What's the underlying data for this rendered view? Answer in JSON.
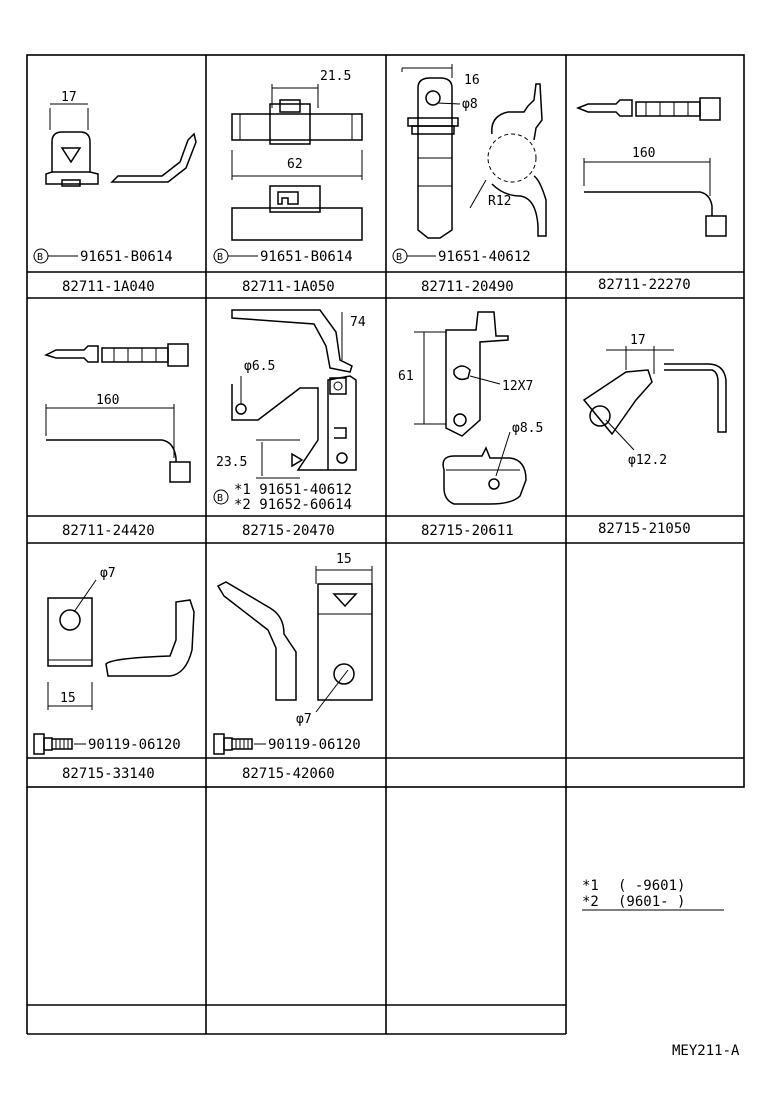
{
  "cells": [
    {
      "part_number": "82711-1A040",
      "fastener": "91651-B0614",
      "dims": [
        "17"
      ]
    },
    {
      "part_number": "82711-1A050",
      "fastener": "91651-B0614",
      "dims": [
        "21.5",
        "62"
      ]
    },
    {
      "part_number": "82711-20490",
      "fastener": "91651-40612",
      "dims": [
        "16",
        "φ8",
        "R12"
      ]
    },
    {
      "part_number": "82711-22270",
      "fastener": "",
      "dims": [
        "160"
      ]
    },
    {
      "part_number": "82711-24420",
      "fastener": "",
      "dims": [
        "160"
      ]
    },
    {
      "part_number": "82715-20470",
      "fastener_1": "*1  91651-40612",
      "fastener_2": "*2  91652-60614",
      "dims": [
        "74",
        "φ6.5",
        "23.5"
      ]
    },
    {
      "part_number": "82715-20611",
      "fastener": "",
      "dims": [
        "61",
        "12X7",
        "φ8.5"
      ]
    },
    {
      "part_number": "82715-21050",
      "fastener": "",
      "dims": [
        "17",
        "φ12.2"
      ]
    },
    {
      "part_number": "82715-33140",
      "fastener": "90119-06120",
      "dims": [
        "φ7",
        "15"
      ]
    },
    {
      "part_number": "82715-42060",
      "fastener": "90119-06120",
      "dims": [
        "15",
        "φ7"
      ]
    }
  ],
  "bolt_symbol": "B",
  "notes": [
    {
      "mark": "*1",
      "range": "(      -9601)"
    },
    {
      "mark": "*2",
      "range": "(9601-      )"
    }
  ],
  "diagram_code": "MEY211-A"
}
